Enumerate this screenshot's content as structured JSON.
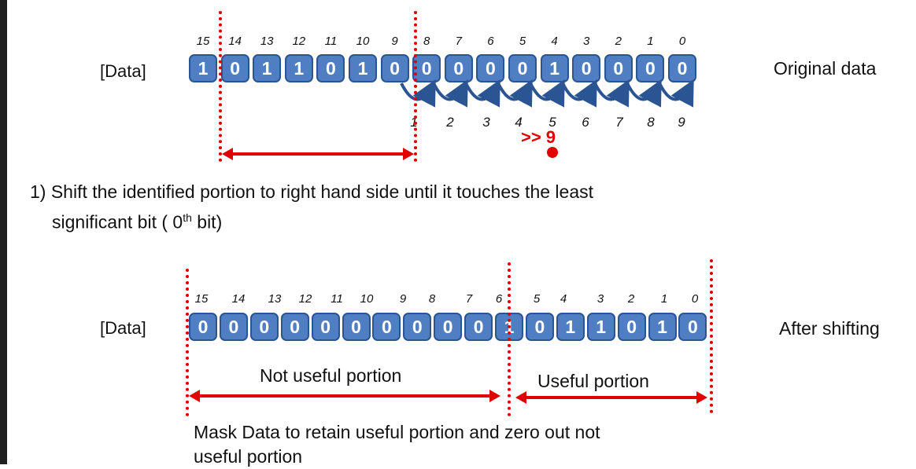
{
  "row1": {
    "label": "[Data]",
    "bits": [
      "1",
      "0",
      "1",
      "1",
      "0",
      "1",
      "0",
      "0",
      "0",
      "0",
      "0",
      "1",
      "0",
      "0",
      "0",
      "0"
    ],
    "indices": [
      "15",
      "14",
      "13",
      "12",
      "11",
      "10",
      "9",
      "8",
      "7",
      "6",
      "5",
      "4",
      "3",
      "2",
      "1",
      "0"
    ],
    "counts": [
      "1",
      "2",
      "3",
      "4",
      "5",
      "6",
      "7",
      "8",
      "9"
    ],
    "shift_text": ">> 9",
    "right_label": "Original data"
  },
  "step1": {
    "line1": "1) Shift the identified portion to right hand side until it touches the least",
    "line2_prefix": "significant bit ( 0",
    "line2_sup": "th",
    "line2_suffix": " bit)"
  },
  "row2": {
    "label": "[Data]",
    "bits": [
      "0",
      "0",
      "0",
      "0",
      "0",
      "0",
      "0",
      "0",
      "0",
      "0",
      "1",
      "0",
      "1",
      "1",
      "0",
      "1",
      "0"
    ],
    "indices": [
      "15",
      "14",
      "13",
      "12",
      "11",
      "10",
      "9",
      "8",
      "7",
      "6",
      "5",
      "4",
      "3",
      "2",
      "1",
      "0"
    ],
    "right_label": "After shifting",
    "not_useful": "Not useful portion",
    "useful": "Useful portion"
  },
  "mask": {
    "line1": "Mask Data to retain useful portion and zero out not",
    "line2": "useful portion"
  },
  "colors": {
    "cell": "#4f7ec2",
    "cell_border": "#2b5592",
    "marker": "#e00000"
  }
}
